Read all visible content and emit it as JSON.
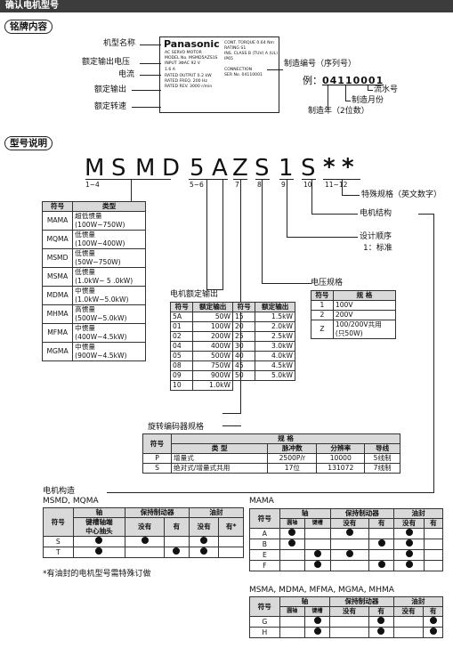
{
  "header": {
    "title": "确认电机型号"
  },
  "nameplate": {
    "section_title": "铭牌内容",
    "labels": [
      "机型名称",
      "额定输出电压",
      "电流",
      "额定输出",
      "额定转速"
    ],
    "brand": "Panasonic",
    "left_lines": [
      "AC SERVO MOTOR",
      "MODEL No. MSMD5AZS1S",
      "INPUT 3ΦAC    92   V",
      "                    1.6   A",
      "RATED OUTPUT   0.2   kW",
      "RATED FREQ.    200   Hz",
      "RATED REV.  3000   r/min"
    ],
    "right_lines": [
      "CONT. TORQUE  0.64  Nm",
      "RATING           S1",
      "INS. CLASS   B (TUV)  A (UL)",
      "IP65",
      "CONNECTION",
      "SER No.          04110001"
    ],
    "serial_title": "制造编号（序列号）",
    "example_prefix": "例：",
    "serial_value": "04110001",
    "serial_labels": [
      "流水号",
      "制造月份",
      "制造年（2位数）"
    ]
  },
  "model": {
    "section_title": "型号说明",
    "letters": [
      "M",
      "S",
      "M",
      "D",
      "5",
      "A",
      "Z",
      "S",
      "1",
      "S",
      "*",
      "*"
    ],
    "position_labels": [
      "1~4",
      "5~6",
      "7",
      "8",
      "9",
      "10",
      "11~12"
    ],
    "callouts": [
      "特殊规格（英文数字）",
      "电机结构",
      "设计顺序",
      "1：标准",
      "电压规格",
      "电机额定输出",
      "旋转编码器规格"
    ]
  },
  "type_table": {
    "headers": [
      "符号",
      "类型"
    ],
    "rows": [
      [
        "MAMA",
        "超低惯量",
        "(100W~750W)"
      ],
      [
        "MQMA",
        "低惯量",
        "(100W~400W)"
      ],
      [
        "MSMD",
        "低惯量",
        "(50W~750W)"
      ],
      [
        "MSMA",
        "低惯量",
        "(1.0kW~ 5 .0kW)"
      ],
      [
        "MDMA",
        "中惯量",
        "(1.0kW~5.0kW)"
      ],
      [
        "MHMA",
        "高惯量",
        "(500W~5.0kW)"
      ],
      [
        "MFMA",
        "中惯量",
        "(400W~4.5kW)"
      ],
      [
        "MGMA",
        "中惯量",
        "(900W~4.5kW)"
      ]
    ]
  },
  "output_table": {
    "title": "电机额定输出",
    "headers": [
      "符号",
      "额定输出",
      "符号",
      "额定输出"
    ],
    "rows": [
      [
        "5A",
        "50W",
        "15",
        "1.5kW"
      ],
      [
        "01",
        "100W",
        "20",
        "2.0kW"
      ],
      [
        "02",
        "200W",
        "25",
        "2.5kW"
      ],
      [
        "04",
        "400W",
        "30",
        "3.0kW"
      ],
      [
        "05",
        "500W",
        "40",
        "4.0kW"
      ],
      [
        "08",
        "750W",
        "45",
        "4.5kW"
      ],
      [
        "09",
        "900W",
        "50",
        "5.0kW"
      ],
      [
        "10",
        "1.0kW",
        "",
        ""
      ]
    ]
  },
  "voltage_table": {
    "title": "电压规格",
    "headers": [
      "符号",
      "规 格"
    ],
    "rows": [
      [
        "1",
        "100V"
      ],
      [
        "2",
        "200V"
      ],
      [
        "Z",
        "100/200V共用",
        "(只50W)"
      ]
    ]
  },
  "encoder_table": {
    "title": "旋转编码器规格",
    "headers": [
      "符号",
      "规 格",
      "类 型",
      "脉冲数",
      "分辨率",
      "导线"
    ],
    "rows": [
      [
        "P",
        "增量式",
        "2500P/r",
        "10000",
        "5线制"
      ],
      [
        "S",
        "绝对式/增量式共用",
        "17位",
        "131072",
        "7线制"
      ]
    ]
  },
  "structure": {
    "title": "电机构造",
    "subtitle_1": "MSMD, MQMA",
    "subtitle_2": "MAMA",
    "subtitle_3": "MSMA, MDMA, MFMA, MGMA, MHMA",
    "headers": [
      "符号",
      "轴",
      "保持制动器",
      "油封"
    ],
    "shaft_1": "键槽轴端",
    "shaft_1b": "中心抽头",
    "shaft_round": "圆轴",
    "shaft_key": "键槽",
    "no": "没有",
    "yes": "有",
    "yes_star": "有*",
    "table1_rows": [
      "S",
      "T"
    ],
    "table2_rows": [
      "A",
      "B",
      "E",
      "F"
    ],
    "table3_rows": [
      "G",
      "H"
    ],
    "note": "*有油封的电机型号需特殊订做"
  }
}
